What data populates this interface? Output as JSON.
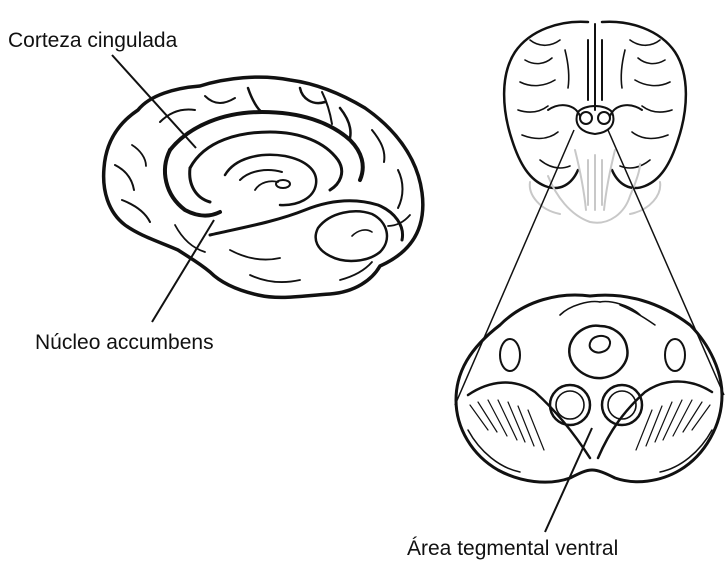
{
  "labels": {
    "cingulate_cortex": "Corteza cingulada",
    "nucleus_accumbens": "Núcleo accumbens",
    "ventral_tegmental_area": "Área tegmental ventral"
  },
  "colors": {
    "ink": "#111111",
    "faded_ink": "#c8c8c8",
    "background": "#ffffff"
  },
  "icons": {
    "medial_view": "brain-medial-sagittal-icon",
    "inferior_view": "brain-inferior-view-icon",
    "midbrain_section": "midbrain-cross-section-icon"
  }
}
